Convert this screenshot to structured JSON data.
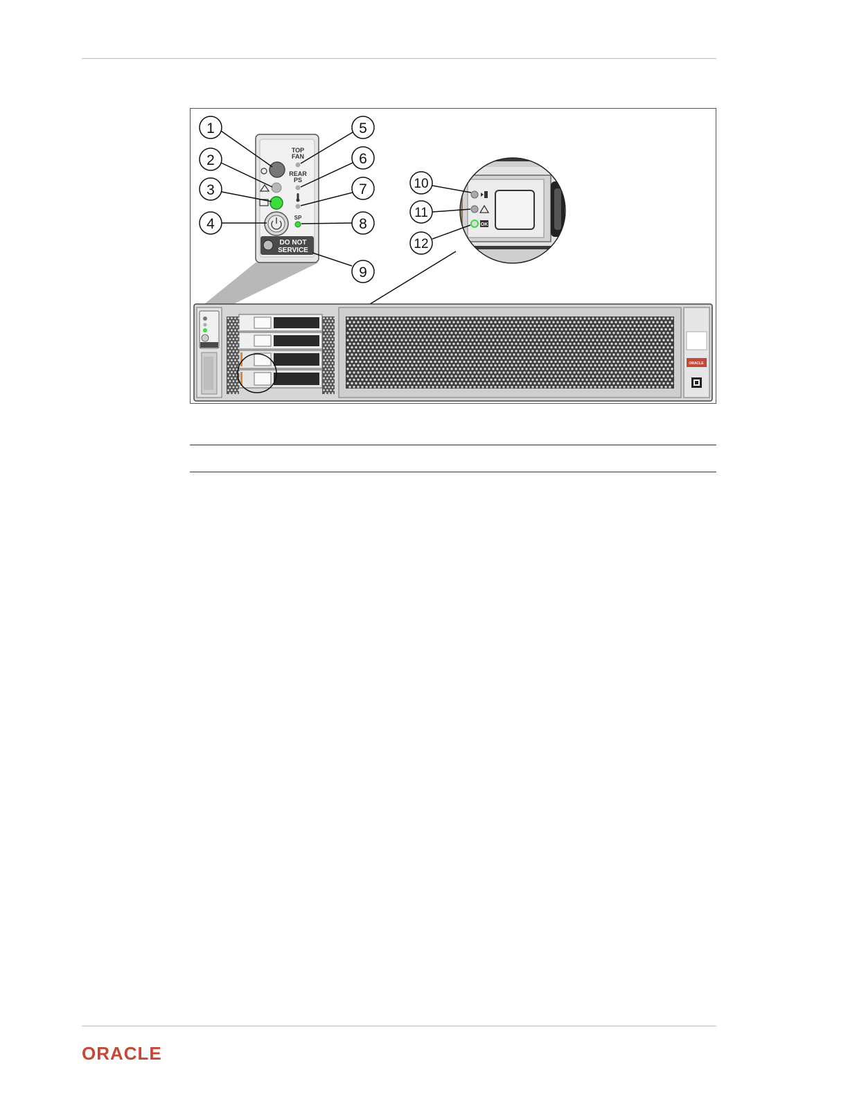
{
  "figure": {
    "panel_labels": {
      "top_fan": "TOP\nFAN",
      "top": "TOP",
      "fan": "FAN",
      "rear": "REAR",
      "ps": "PS",
      "sp": "SP",
      "do_not": "DO NOT",
      "service": "SERVICE",
      "ok": "OK"
    },
    "callouts": [
      "1",
      "2",
      "3",
      "4",
      "5",
      "6",
      "7",
      "8",
      "9",
      "10",
      "11",
      "12"
    ],
    "chassis_badge": "ORACLE",
    "icons": [
      "locator-icon",
      "warning-icon",
      "ok-icon",
      "power-icon",
      "thermometer-icon",
      "remove-icon"
    ]
  },
  "footer": {
    "logo_text": "ORACLE"
  },
  "colors": {
    "brand": "#c74634",
    "led_green": "#3ddc3d",
    "drive_orange": "#e8862a"
  }
}
